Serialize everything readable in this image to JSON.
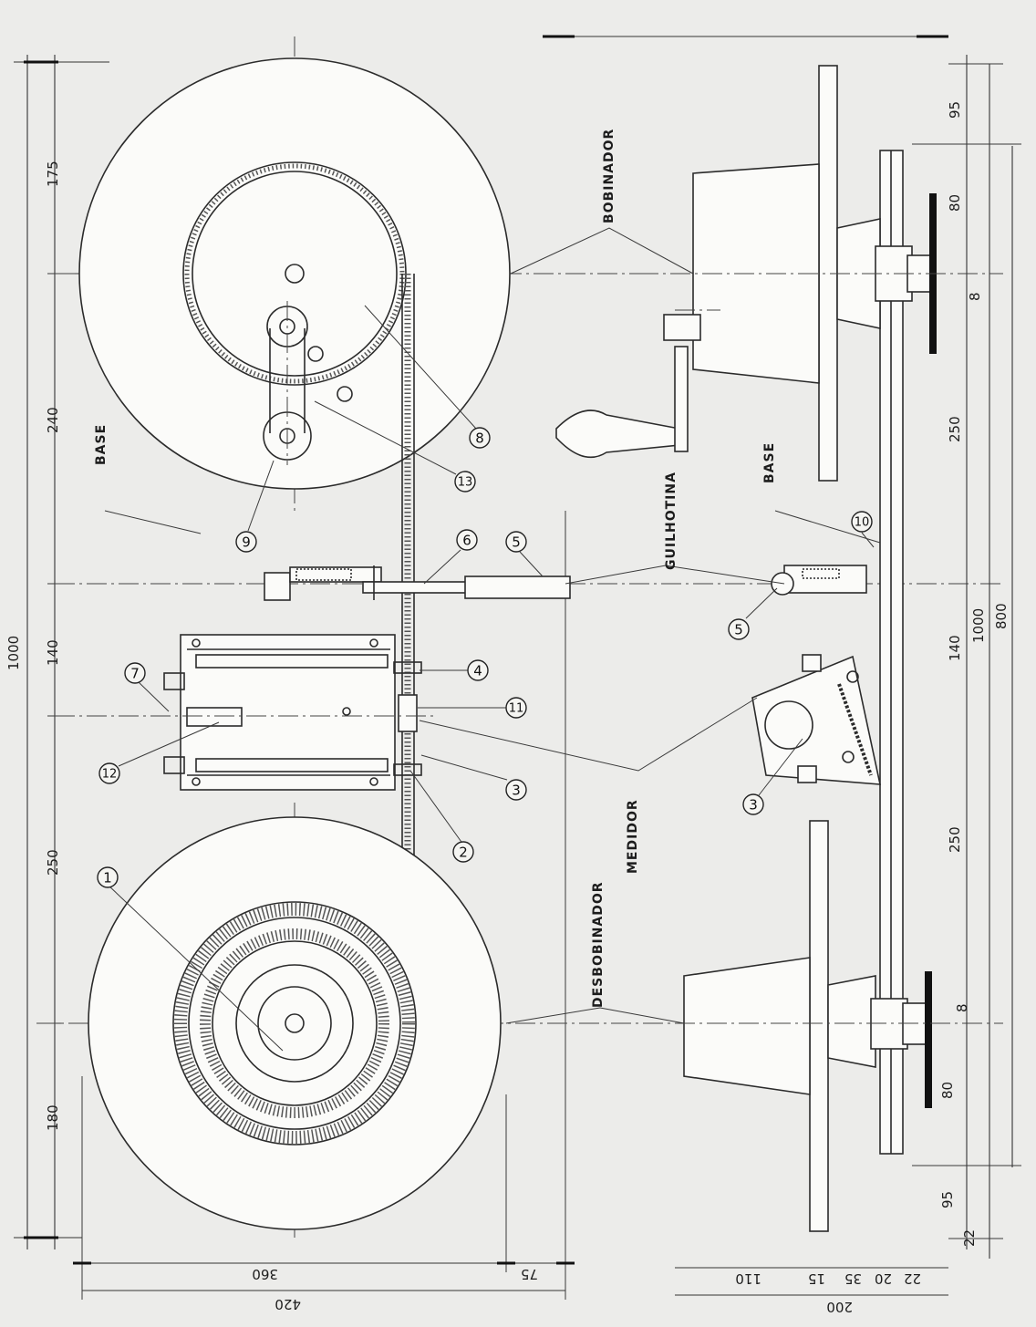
{
  "labels": {
    "bobinador": "BOBINADOR",
    "desbobinador": "DESBOBINADOR",
    "guilhotina": "GUILHOTINA",
    "medidor": "MEDIDOR",
    "base_left": "BASE",
    "base_right": "BASE"
  },
  "callouts": [
    "1",
    "2",
    "3",
    "4",
    "5",
    "6",
    "7",
    "8",
    "9",
    "10",
    "11",
    "12",
    "13"
  ],
  "dimensions": {
    "left_total": "1000",
    "left_175": "175",
    "left_240": "240",
    "left_140": "140",
    "left_250": "250",
    "left_180": "180",
    "bottom_360": "360",
    "bottom_75": "75",
    "bottom_420": "420",
    "right_95_top": "95",
    "right_80_top": "80",
    "right_8_top": "8",
    "right_250_top": "250",
    "right_140": "140",
    "right_1000": "1000",
    "right_800": "800",
    "right_250_bottom": "250",
    "right_8_bottom": "8",
    "right_80_bottom": "80",
    "right_95_bottom": "95",
    "right_22": "22",
    "bottom_110": "110",
    "bottom_15": "15",
    "bottom_35": "35",
    "bottom_20": "20",
    "bottom_22": "22",
    "bottom_200": "200"
  }
}
